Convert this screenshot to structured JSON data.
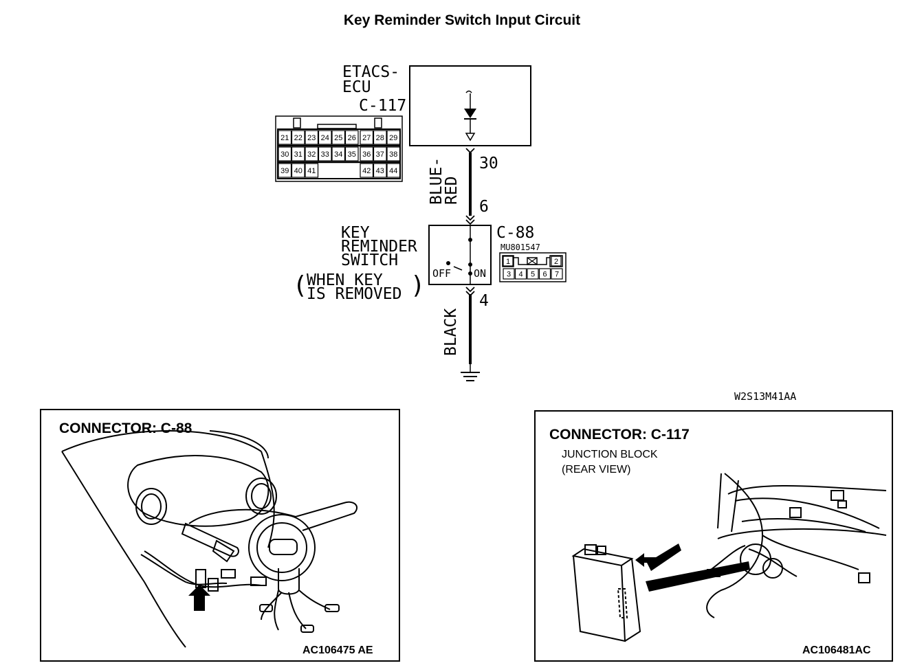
{
  "title": "Key Reminder Switch Input Circuit",
  "ecu": {
    "name_line1": "ETACS-",
    "name_line2": "ECU",
    "connector": "C-117",
    "pins_row1": [
      "21",
      "22",
      "23",
      "24",
      "25",
      "26",
      "27",
      "28",
      "29"
    ],
    "pins_row2": [
      "30",
      "31",
      "32",
      "33",
      "34",
      "35",
      "36",
      "37",
      "38"
    ],
    "pins_row3": [
      "39",
      "40",
      "41",
      "42",
      "43",
      "44"
    ]
  },
  "wire_top": {
    "pin_ecu": "30",
    "color_line1": "BLUE-",
    "color_line2": "RED",
    "pin_switch": "6"
  },
  "switch": {
    "name_line1": "KEY",
    "name_line2": "REMINDER",
    "name_line3": "SWITCH",
    "cond_line1": "WHEN KEY",
    "cond_line2": "IS REMOVED",
    "connector": "C-88",
    "part_number": "MU801547",
    "off_label": "OFF",
    "on_label": "ON",
    "pins_row1": [
      "1",
      "2"
    ],
    "pins_row2": [
      "3",
      "4",
      "5",
      "6",
      "7"
    ]
  },
  "wire_bottom": {
    "pin": "4",
    "color": "BLACK"
  },
  "diagram_code": "W2S13M41AA",
  "panel_left": {
    "title": "CONNECTOR: C-88",
    "code": "AC106475 AE"
  },
  "panel_right": {
    "title": "CONNECTOR: C-117",
    "sub_line1": "JUNCTION BLOCK",
    "sub_line2": "(REAR VIEW)",
    "code": "AC106481AC"
  }
}
